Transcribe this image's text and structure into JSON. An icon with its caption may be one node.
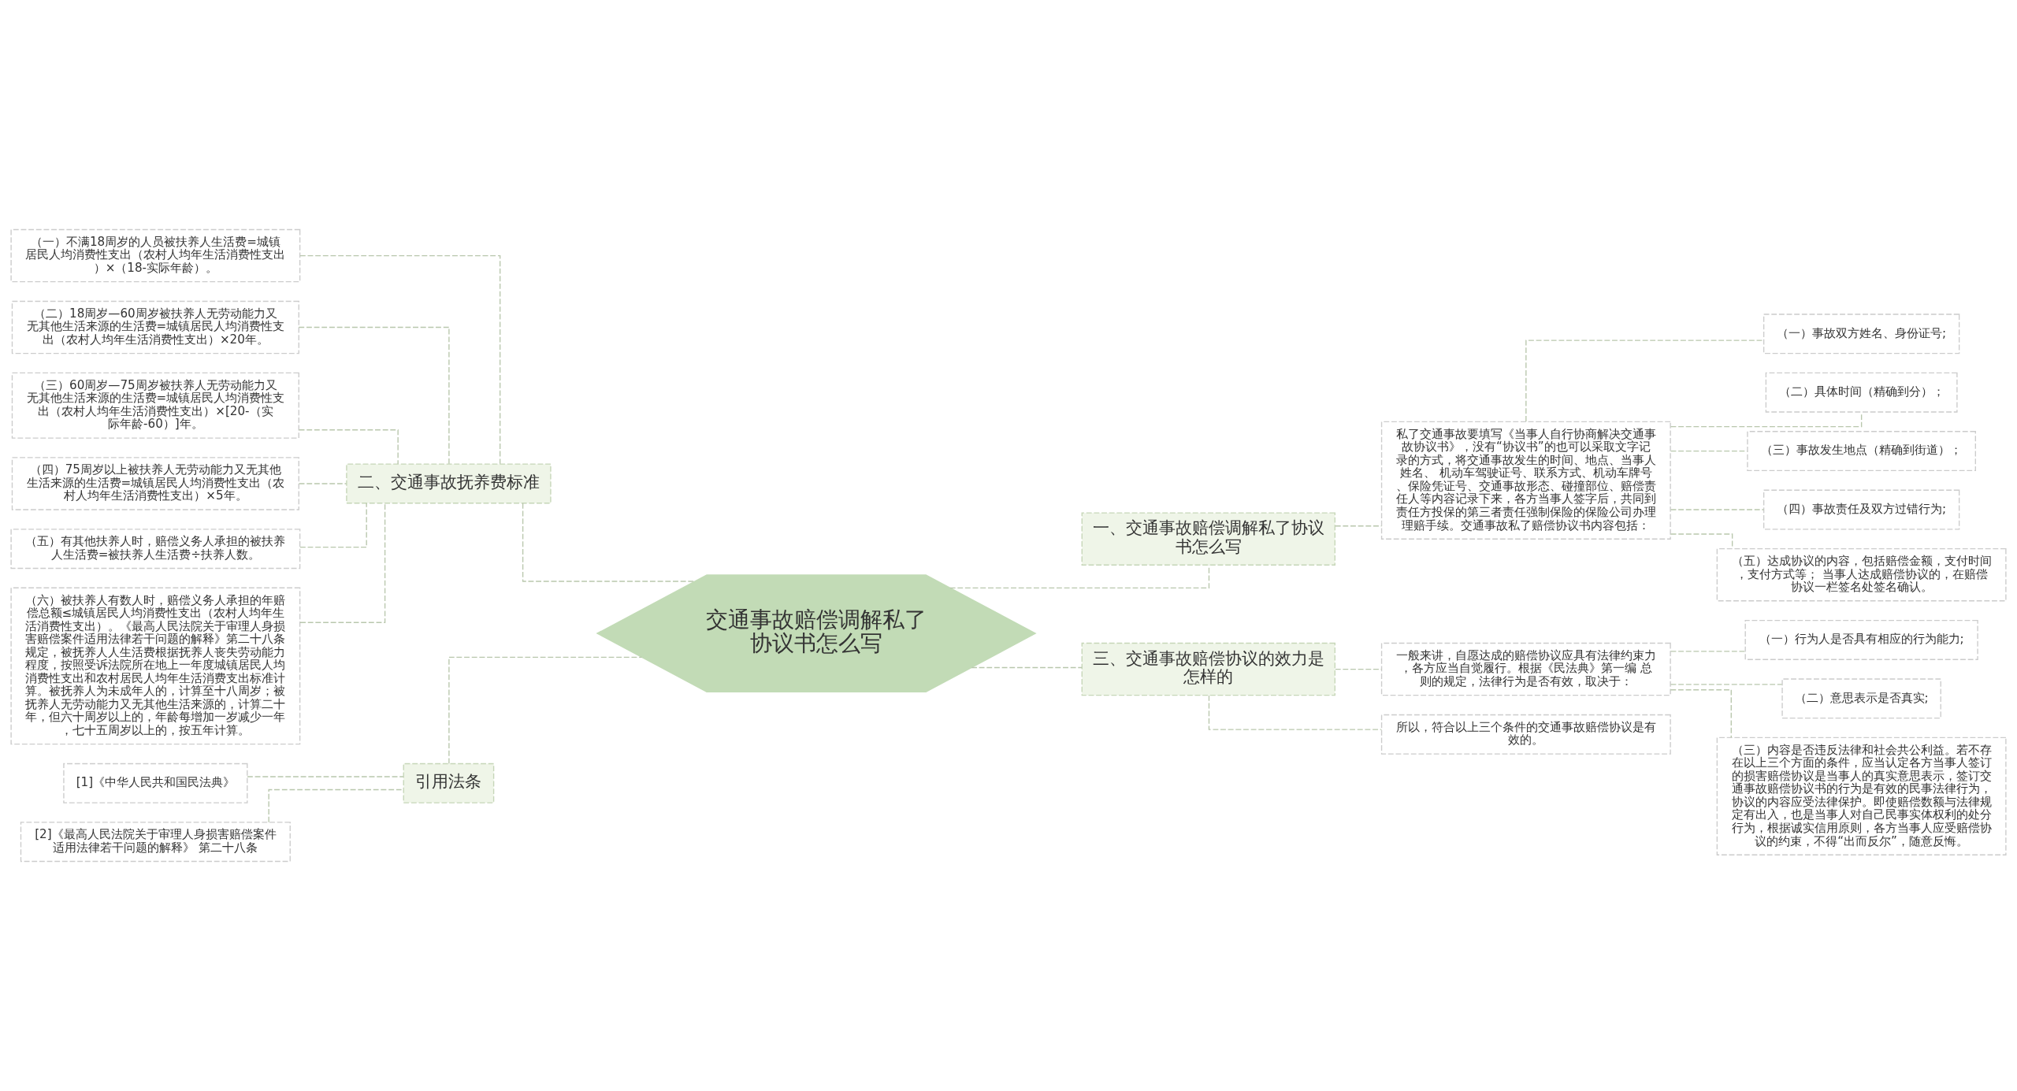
{
  "diagram": {
    "nodes": [
      {
        "text": [
          "交通事故赔偿调解私了协议书怎么写"
        ]
      },
      {
        "text": [
          "一、交通事故赔偿调解私了协议书怎么写"
        ]
      },
      {
        "text": [
          "私了交通事故要填写《当事人自行协商解决交通事故协议书》，没有“协议书”的也可以采取文字记录的方式，将交通事故发生的时间、地点、当事人姓名、 机动车驾驶证号、联系方式、机动车牌号、保险凭证号、交通事故形态、碰撞部位、赔偿责任人等内容记录下来，各方当事人签字后，共同到责任方投保的第三者责任强制保险的保险公司办理理赔手续。交通事故私了赔偿协议书内容包括："
        ]
      },
      {
        "text": [
          "（一）事故双方姓名、身份证号;"
        ]
      },
      {
        "text": [
          "（二）具体时间（精确到分）；"
        ]
      },
      {
        "text": [
          "（三）事故发生地点（精确到街道）；"
        ]
      },
      {
        "text": [
          "（四）事故责任及双方过错行为;"
        ]
      },
      {
        "text": [
          "（五）达成协议的内容，包括赔偿金额，支付时间，支付方式等； 当事人达成赔偿协议的，在赔偿协议一栏签名处签名确认。"
        ]
      },
      {
        "text": [
          "三、交通事故赔偿协议的效力是怎样的"
        ]
      },
      {
        "text": [
          "一般来讲，自愿达成的赔偿协议应具有法律约束力，各方应当自觉履行。根据《民法典》第一编 总则的规定，法律行为是否有效，取决于："
        ]
      },
      {
        "text": [
          "（一）行为人是否具有相应的行为能力;"
        ]
      },
      {
        "text": [
          "（二）意思表示是否真实;"
        ]
      },
      {
        "text": [
          "（三）内容是否违反法律和社会共公利益。若不存在以上三个方面的条件，应当认定各方当事人签订的损害赔偿协议是当事人的真实意思表示，签订交通事故赔偿协议书的行为是有效的民事法律行为，协议的内容应受法律保护。即使赔偿数额与法律规定有出入，也是当事人对自己民事实体权利的处分行为，根据诚实信用原则，各方当事人应受赔偿协议的约束，不得“出而反尔”，随意反悔。"
        ]
      },
      {
        "text": [
          "所以，符合以上三个条件的交通事故赔偿协议是有效的。"
        ]
      },
      {
        "text": [
          "二、交通事故抚养费标准"
        ]
      },
      {
        "text": [
          "（一）不满18周岁的人员被扶养人生活费=城镇居民人均消费性支出（农村人均年生活消费性支出）×（18-实际年龄）。"
        ]
      },
      {
        "text": [
          "（二）18周岁—60周岁被扶养人无劳动能力又无其他生活来源的生活费=城镇居民人均消费性支出（农村人均年生活消费性支出）×20年。"
        ]
      },
      {
        "text": [
          "（三）60周岁—75周岁被扶养人无劳动能力又无其他生活来源的生活费=城镇居民人均消费性支出（农村人均年生活消费性支出）×[20-（实际年龄-60）]年。"
        ]
      },
      {
        "text": [
          "（四）75周岁以上被扶养人无劳动能力又无其他生活来源的生活费=城镇居民人均消费性支出（农村人均年生活消费性支出）×5年。"
        ]
      },
      {
        "text": [
          "（五）有其他扶养人时，赔偿义务人承担的被扶养人生活费=被扶养人生活费÷扶养人数。"
        ]
      },
      {
        "text": [
          "（六）被扶养人有数人时，赔偿义务人承担的年赔偿总额≤城镇居民人均消费性支出（农村人均年生活消费性支出）。《最高人民法院关于审理人身损害赔偿案件适用法律若干问题的解释》第二十八条规定，被抚养人人生活费根据抚养人丧失劳动能力程度，按照受诉法院所在地上一年度城镇居民人均消费性支出和农村居民人均年生活消费支出标准计算。被抚养人为未成年人的，计算至十八周岁；被抚养人无劳动能力又无其他生活来源的，计算二十年，但六十周岁以上的，年龄每增加一岁减少一年，七十五周岁以上的，按五年计算。"
        ]
      },
      {
        "text": [
          "引用法条"
        ]
      },
      {
        "text": [
          "[1]《中华人民共和国民法典》"
        ]
      },
      {
        "text": [
          "[2]《最高人民法院关于审理人身损害赔偿案件适用法律若干问题的解释》 第二十八条"
        ]
      }
    ],
    "edges": [
      {
        "from": 0,
        "to": 1,
        "arrow": "none",
        "style": "dashed"
      },
      {
        "from": 1,
        "to": 2,
        "arrow": "none",
        "style": "dashed"
      },
      {
        "from": 2,
        "to": 3,
        "arrow": "none",
        "style": "dashed"
      },
      {
        "from": 2,
        "to": 4,
        "arrow": "none",
        "style": "dashed"
      },
      {
        "from": 2,
        "to": 5,
        "arrow": "none",
        "style": "dashed"
      },
      {
        "from": 2,
        "to": 6,
        "arrow": "none",
        "style": "dashed"
      },
      {
        "from": 2,
        "to": 7,
        "arrow": "none",
        "style": "dashed"
      },
      {
        "from": 0,
        "to": 8,
        "arrow": "none",
        "style": "dashed"
      },
      {
        "from": 8,
        "to": 9,
        "arrow": "none",
        "style": "dashed"
      },
      {
        "from": 9,
        "to": 10,
        "arrow": "none",
        "style": "dashed"
      },
      {
        "from": 9,
        "to": 11,
        "arrow": "none",
        "style": "dashed"
      },
      {
        "from": 9,
        "to": 12,
        "arrow": "none",
        "style": "dashed"
      },
      {
        "from": 8,
        "to": 13,
        "arrow": "none",
        "style": "dashed"
      },
      {
        "from": 0,
        "to": 14,
        "arrow": "none",
        "style": "dashed"
      },
      {
        "from": 14,
        "to": 15,
        "arrow": "none",
        "style": "dashed"
      },
      {
        "from": 14,
        "to": 16,
        "arrow": "none",
        "style": "dashed"
      },
      {
        "from": 14,
        "to": 17,
        "arrow": "none",
        "style": "dashed"
      },
      {
        "from": 14,
        "to": 18,
        "arrow": "none",
        "style": "dashed"
      },
      {
        "from": 14,
        "to": 19,
        "arrow": "none",
        "style": "dashed"
      },
      {
        "from": 14,
        "to": 20,
        "arrow": "none",
        "style": "dashed"
      },
      {
        "from": 0,
        "to": 21,
        "arrow": "none",
        "style": "dashed"
      },
      {
        "from": 21,
        "to": 22,
        "arrow": "none",
        "style": "dashed"
      },
      {
        "from": 21,
        "to": 23,
        "arrow": "none",
        "style": "dashed"
      }
    ]
  }
}
